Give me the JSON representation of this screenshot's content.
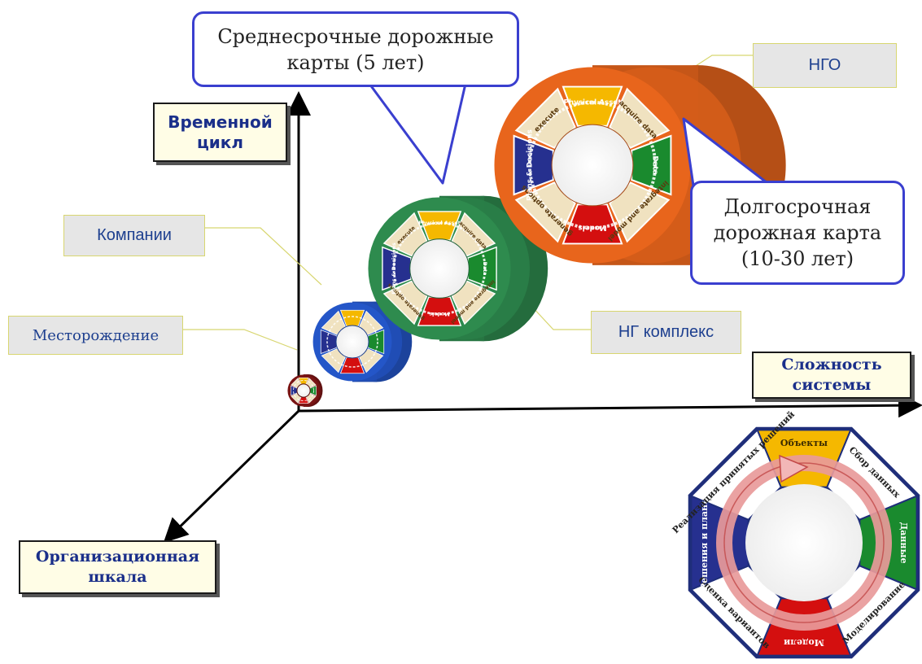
{
  "axes": {
    "time_cycle": "Временной цикл",
    "system_complexity": "Сложность системы",
    "org_scale": "Организационная шкала"
  },
  "levels": {
    "field": "Месторождение",
    "companies": "Компании",
    "complex": "НГ комплекс",
    "ngo": "НГО"
  },
  "callouts": {
    "midterm": "Среднесрочные дорожные карты (5 лет)",
    "longterm": "Долгосрочная дорожная карта (10-30 лет)"
  },
  "wheel_en": {
    "physical_asset": "Physical Asset",
    "acquire_data": "acquire data",
    "data": "Data",
    "integrate_and_model": "integrate and model",
    "models": "Models",
    "generate_options": "generate options",
    "plans_decisions": "Plans & Decisions",
    "execute": "execute"
  },
  "wheel_ru": {
    "objects": "Объекты",
    "collect_data": "Сбор данных",
    "data": "Данные",
    "modeling": "Моделирование",
    "models": "Модели",
    "evaluate_options": "Оценка вариантов",
    "decisions_plans": "Решения и планы",
    "implement": "Реализация принятых решений"
  },
  "colors": {
    "ngo_cylinder": "#e8651c",
    "complex_cylinder": "#2e8b4e",
    "companies_cylinder": "#2456c8",
    "field_cylinder": "#7a1414",
    "segment_yellow": "#f5b800",
    "segment_green": "#1a8a2e",
    "segment_red": "#d40f0f",
    "segment_blue": "#26308f",
    "segment_beige": "#f0e2c0",
    "callout_border": "#3a3fcf",
    "axis_label_text": "#1a2f8a"
  }
}
